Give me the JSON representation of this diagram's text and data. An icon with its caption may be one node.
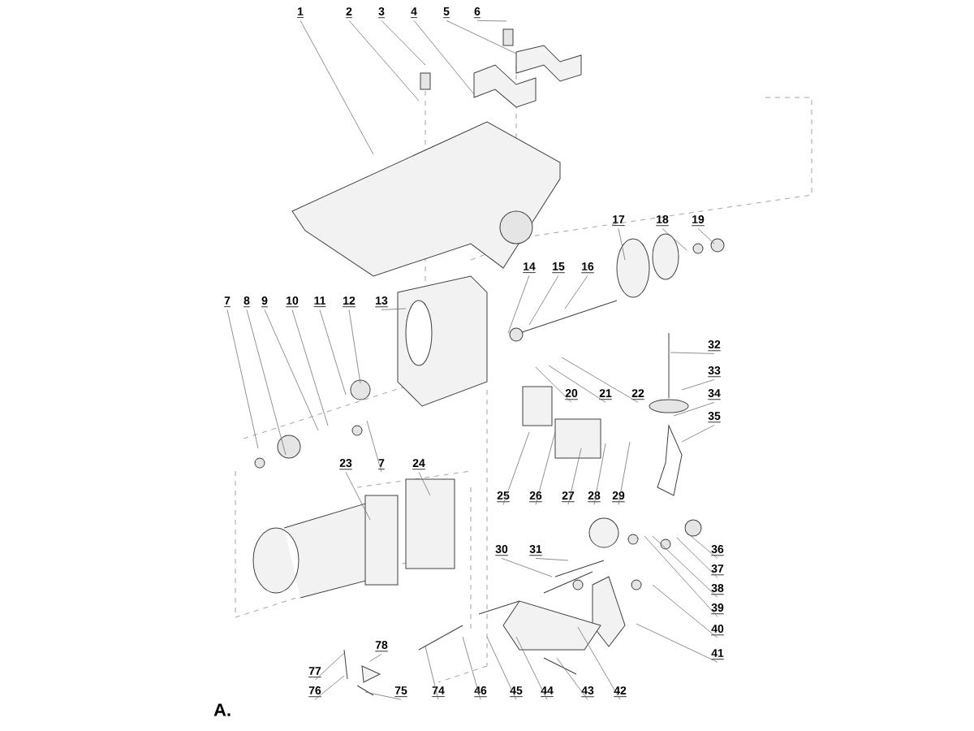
{
  "diagram": {
    "nodes": [
      {
        "text": [
          "1"
        ]
      },
      {
        "text": [
          "2"
        ]
      },
      {
        "text": [
          "3"
        ]
      },
      {
        "text": [
          "4"
        ]
      },
      {
        "text": [
          "5"
        ]
      },
      {
        "text": [
          "6"
        ]
      },
      {
        "text": [
          "17"
        ]
      },
      {
        "text": [
          "18"
        ]
      },
      {
        "text": [
          "19"
        ]
      },
      {
        "text": [
          "14"
        ]
      },
      {
        "text": [
          "15"
        ]
      },
      {
        "text": [
          "16"
        ]
      },
      {
        "text": [
          "7"
        ]
      },
      {
        "text": [
          "8"
        ]
      },
      {
        "text": [
          "9"
        ]
      },
      {
        "text": [
          "10"
        ]
      },
      {
        "text": [
          "11"
        ]
      },
      {
        "text": [
          "12"
        ]
      },
      {
        "text": [
          "13"
        ]
      },
      {
        "text": [
          "32"
        ]
      },
      {
        "text": [
          "33"
        ]
      },
      {
        "text": [
          "34"
        ]
      },
      {
        "text": [
          "35"
        ]
      },
      {
        "text": [
          "20"
        ]
      },
      {
        "text": [
          "21"
        ]
      },
      {
        "text": [
          "22"
        ]
      },
      {
        "text": [
          "23"
        ]
      },
      {
        "text": [
          "7"
        ]
      },
      {
        "text": [
          "24"
        ]
      },
      {
        "text": [
          "25"
        ]
      },
      {
        "text": [
          "26"
        ]
      },
      {
        "text": [
          "27"
        ]
      },
      {
        "text": [
          "28"
        ]
      },
      {
        "text": [
          "29"
        ]
      },
      {
        "text": [
          "30"
        ]
      },
      {
        "text": [
          "31"
        ]
      },
      {
        "text": [
          "36"
        ]
      },
      {
        "text": [
          "37"
        ]
      },
      {
        "text": [
          "38"
        ]
      },
      {
        "text": [
          "39"
        ]
      },
      {
        "text": [
          "40"
        ]
      },
      {
        "text": [
          "41"
        ]
      },
      {
        "text": [
          "78"
        ]
      },
      {
        "text": [
          "77"
        ]
      },
      {
        "text": [
          "76"
        ]
      },
      {
        "text": [
          "75"
        ]
      },
      {
        "text": [
          "74"
        ]
      },
      {
        "text": [
          "46"
        ]
      },
      {
        "text": [
          "45"
        ]
      },
      {
        "text": [
          "44"
        ]
      },
      {
        "text": [
          "43"
        ]
      },
      {
        "text": [
          "42"
        ]
      }
    ],
    "edges": [
      {
        "from": 0,
        "to": null,
        "arrow": "none"
      },
      {
        "from": 1,
        "to": null,
        "arrow": "none"
      },
      {
        "from": 2,
        "to": null,
        "arrow": "none"
      },
      {
        "from": 3,
        "to": null,
        "arrow": "none"
      },
      {
        "from": 4,
        "to": null,
        "arrow": "none"
      },
      {
        "from": 5,
        "to": null,
        "arrow": "none"
      },
      {
        "from": 6,
        "to": null,
        "arrow": "none"
      },
      {
        "from": 7,
        "to": null,
        "arrow": "none"
      },
      {
        "from": 8,
        "to": null,
        "arrow": "none"
      },
      {
        "from": 9,
        "to": null,
        "arrow": "none"
      },
      {
        "from": 10,
        "to": null,
        "arrow": "none"
      },
      {
        "from": 11,
        "to": null,
        "arrow": "none"
      },
      {
        "from": 12,
        "to": null,
        "arrow": "none"
      },
      {
        "from": 13,
        "to": null,
        "arrow": "none"
      },
      {
        "from": 14,
        "to": null,
        "arrow": "none"
      },
      {
        "from": 15,
        "to": null,
        "arrow": "none"
      },
      {
        "from": 16,
        "to": null,
        "arrow": "none"
      },
      {
        "from": 17,
        "to": null,
        "arrow": "none"
      },
      {
        "from": 18,
        "to": null,
        "arrow": "none"
      },
      {
        "from": 19,
        "to": null,
        "arrow": "none"
      },
      {
        "from": 20,
        "to": null,
        "arrow": "none"
      },
      {
        "from": 21,
        "to": null,
        "arrow": "none"
      },
      {
        "from": 22,
        "to": null,
        "arrow": "none"
      },
      {
        "from": 23,
        "to": null,
        "arrow": "none"
      },
      {
        "from": 24,
        "to": null,
        "arrow": "none"
      },
      {
        "from": 25,
        "to": null,
        "arrow": "none"
      },
      {
        "from": 26,
        "to": null,
        "arrow": "none"
      },
      {
        "from": 27,
        "to": null,
        "arrow": "none"
      },
      {
        "from": 28,
        "to": null,
        "arrow": "none"
      },
      {
        "from": 29,
        "to": null,
        "arrow": "none"
      },
      {
        "from": 30,
        "to": null,
        "arrow": "none"
      },
      {
        "from": 31,
        "to": null,
        "arrow": "none"
      },
      {
        "from": 32,
        "to": null,
        "arrow": "none"
      },
      {
        "from": 33,
        "to": null,
        "arrow": "none"
      },
      {
        "from": 34,
        "to": null,
        "arrow": "none"
      },
      {
        "from": 35,
        "to": null,
        "arrow": "none"
      },
      {
        "from": 36,
        "to": null,
        "arrow": "none"
      },
      {
        "from": 37,
        "to": null,
        "arrow": "none"
      },
      {
        "from": 38,
        "to": null,
        "arrow": "none"
      },
      {
        "from": 39,
        "to": null,
        "arrow": "none"
      },
      {
        "from": 40,
        "to": null,
        "arrow": "none"
      },
      {
        "from": 41,
        "to": null,
        "arrow": "none"
      },
      {
        "from": 42,
        "to": null,
        "arrow": "none"
      },
      {
        "from": 43,
        "to": null,
        "arrow": "none"
      },
      {
        "from": 44,
        "to": null,
        "arrow": "none"
      },
      {
        "from": 45,
        "to": null,
        "arrow": "none"
      },
      {
        "from": 46,
        "to": null,
        "arrow": "none"
      },
      {
        "from": 47,
        "to": null,
        "arrow": "none"
      },
      {
        "from": 48,
        "to": null,
        "arrow": "none"
      },
      {
        "from": 49,
        "to": null,
        "arrow": "none"
      },
      {
        "from": 50,
        "to": null,
        "arrow": "none"
      },
      {
        "from": 51,
        "to": null,
        "arrow": "none"
      }
    ],
    "labels": [
      "A."
    ]
  }
}
